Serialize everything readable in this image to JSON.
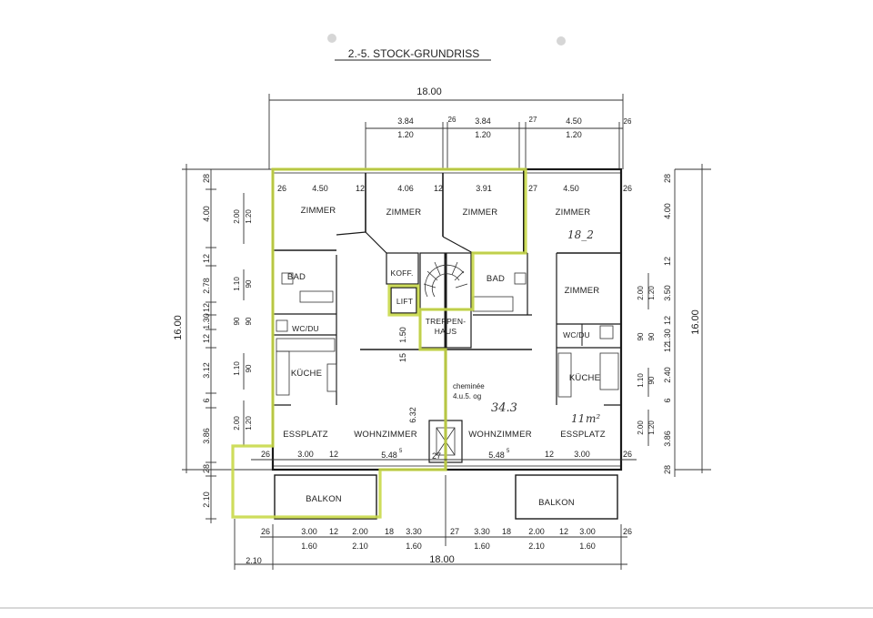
{
  "title": "2.-5. STOCK-GRUNDRISS",
  "colors": {
    "highlight": "#c9d94a",
    "ink": "#1a1a1a",
    "paper": "#ffffff"
  },
  "overall_width": "18.00",
  "overall_width_bottom": "18.00",
  "overall_depth": "16.00",
  "overall_depth_right": "16.00",
  "top_windows": [
    {
      "width": "3.84",
      "height": "1.20"
    },
    {
      "width": "3.84",
      "height": "1.20"
    },
    {
      "width": "4.50",
      "height": "1.20"
    }
  ],
  "top_wall_marks": [
    "26",
    "27",
    "26"
  ],
  "inner_top_dims": [
    "26",
    "4.50",
    "12",
    "4.06",
    "12",
    "3.91",
    "27",
    "4.50",
    "26"
  ],
  "left_outer_dims": [
    "28",
    "4.00",
    "12",
    "2.78",
    "12",
    "1.30",
    "12",
    "3.12",
    "6",
    "3.86",
    "28",
    "2.10"
  ],
  "left_inner_dims": [
    "2.00",
    "1.20",
    "1.10",
    "90",
    "90",
    "90",
    "1.10",
    "90",
    "2.00",
    "1.20"
  ],
  "right_outer_dims": [
    "28",
    "4.00",
    "12",
    "3.50",
    "12",
    "1.30",
    "12",
    "2.40",
    "6",
    "3.86",
    "28"
  ],
  "right_inner_dims": [
    "2.00",
    "1.20",
    "90",
    "90",
    "1.10",
    "90",
    "2.00",
    "1.20"
  ],
  "rooms": {
    "zimmer_1": "ZIMMER",
    "zimmer_2": "ZIMMER",
    "zimmer_3": "ZIMMER",
    "zimmer_4": "ZIMMER",
    "zimmer_5": "ZIMMER",
    "bad_left": "BAD",
    "bad_right": "BAD",
    "wc_left": "WC/DU",
    "wc_right": "WC/DU",
    "kueche_left": "KÜCHE",
    "kueche_right": "KÜCHE",
    "koff": "KOFF.",
    "lift": "LIFT",
    "treppenhaus_1": "TREPPEN-",
    "treppenhaus_2": "HAUS",
    "essplatz_left": "ESSPLATZ",
    "essplatz_right": "ESSPLATZ",
    "wohnzimmer_left": "WOHNZIMMER",
    "wohnzimmer_right": "WOHNZIMMER",
    "balkon_left": "BALKON",
    "balkon_right": "BALKON"
  },
  "cheminee": {
    "line1": "cheminée",
    "line2": "4.u.5. og"
  },
  "handwritten": {
    "area": "34.3",
    "unit": "m²",
    "unit_prefix": "11",
    "upper_note": "18_2"
  },
  "mid_dims": {
    "stair_depth": "1.50",
    "stair_width": "15",
    "living_depth": "6.32",
    "living_left": "5.48",
    "living_left_sup": "5",
    "living_right": "5.48",
    "living_right_sup": "5",
    "wall_left": "26",
    "esspl_left": "3.00",
    "gap_left": "12",
    "wall_mid": "27",
    "gap_right": "12",
    "esspl_right": "3.00",
    "wall_right": "26"
  },
  "bottom_dims_row1": [
    "26",
    "3.00",
    "12",
    "2.00",
    "18",
    "3.30",
    "27",
    "3.30",
    "18",
    "2.00",
    "12",
    "3.00",
    "26"
  ],
  "bottom_dims_row2": [
    "1.60",
    "2.10",
    "1.60",
    "1.60",
    "2.10",
    "1.60"
  ],
  "bottom_left_small": "2.10"
}
